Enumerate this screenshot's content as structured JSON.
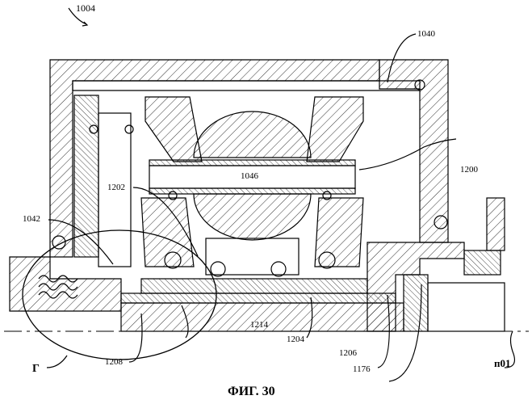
{
  "figure": {
    "caption": "ФИГ. 30",
    "labels": {
      "assembly": "1004",
      "housing_right": "1040",
      "center_shaft": "1046",
      "right_planet": "1200",
      "left_planet": "1202",
      "left_housing": "1042",
      "main_shaft": "1214",
      "lower_member": "1204",
      "right_member": "1206",
      "gear": "1176",
      "spring_region": "1208",
      "detail_callout": "Г",
      "axis_label": "п01"
    },
    "colors": {
      "ink": "#000000",
      "paper": "#ffffff"
    }
  }
}
